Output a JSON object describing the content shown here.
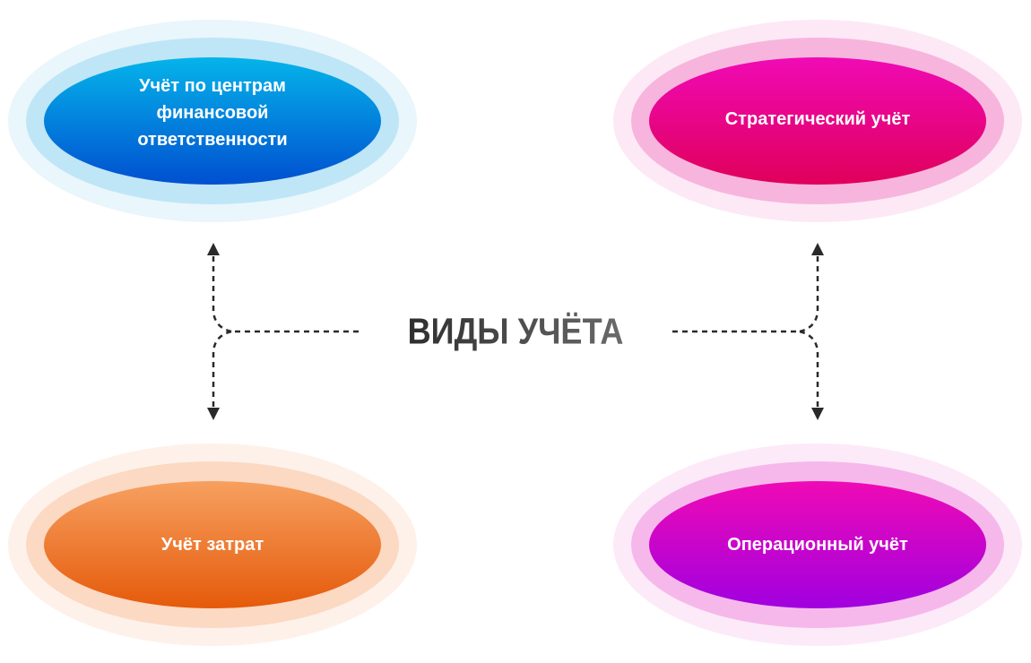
{
  "title": "ВИДЫ УЧЁТА",
  "nodes": [
    {
      "id": "responsibility",
      "lines": [
        "Учёт по центрам",
        "финансовой",
        "ответственности"
      ],
      "color_top": "#05b4ea",
      "color_bottom": "#0050d0",
      "glow": "#bfe6f6"
    },
    {
      "id": "strategic",
      "lines": [
        "Стратегический учёт"
      ],
      "color_top": "#f00ab5",
      "color_bottom": "#e0005a",
      "glow": "#f9c2e3"
    },
    {
      "id": "costs",
      "lines": [
        "Учёт затрат"
      ],
      "color_top": "#f7a060",
      "color_bottom": "#e55a0a",
      "glow": "#fbd9c3"
    },
    {
      "id": "operational",
      "lines": [
        "Операционный учёт"
      ],
      "color_top": "#f00ab5",
      "color_bottom": "#a000e0",
      "glow": "#f6c4ec"
    }
  ],
  "line_color": "#2a2a2a"
}
